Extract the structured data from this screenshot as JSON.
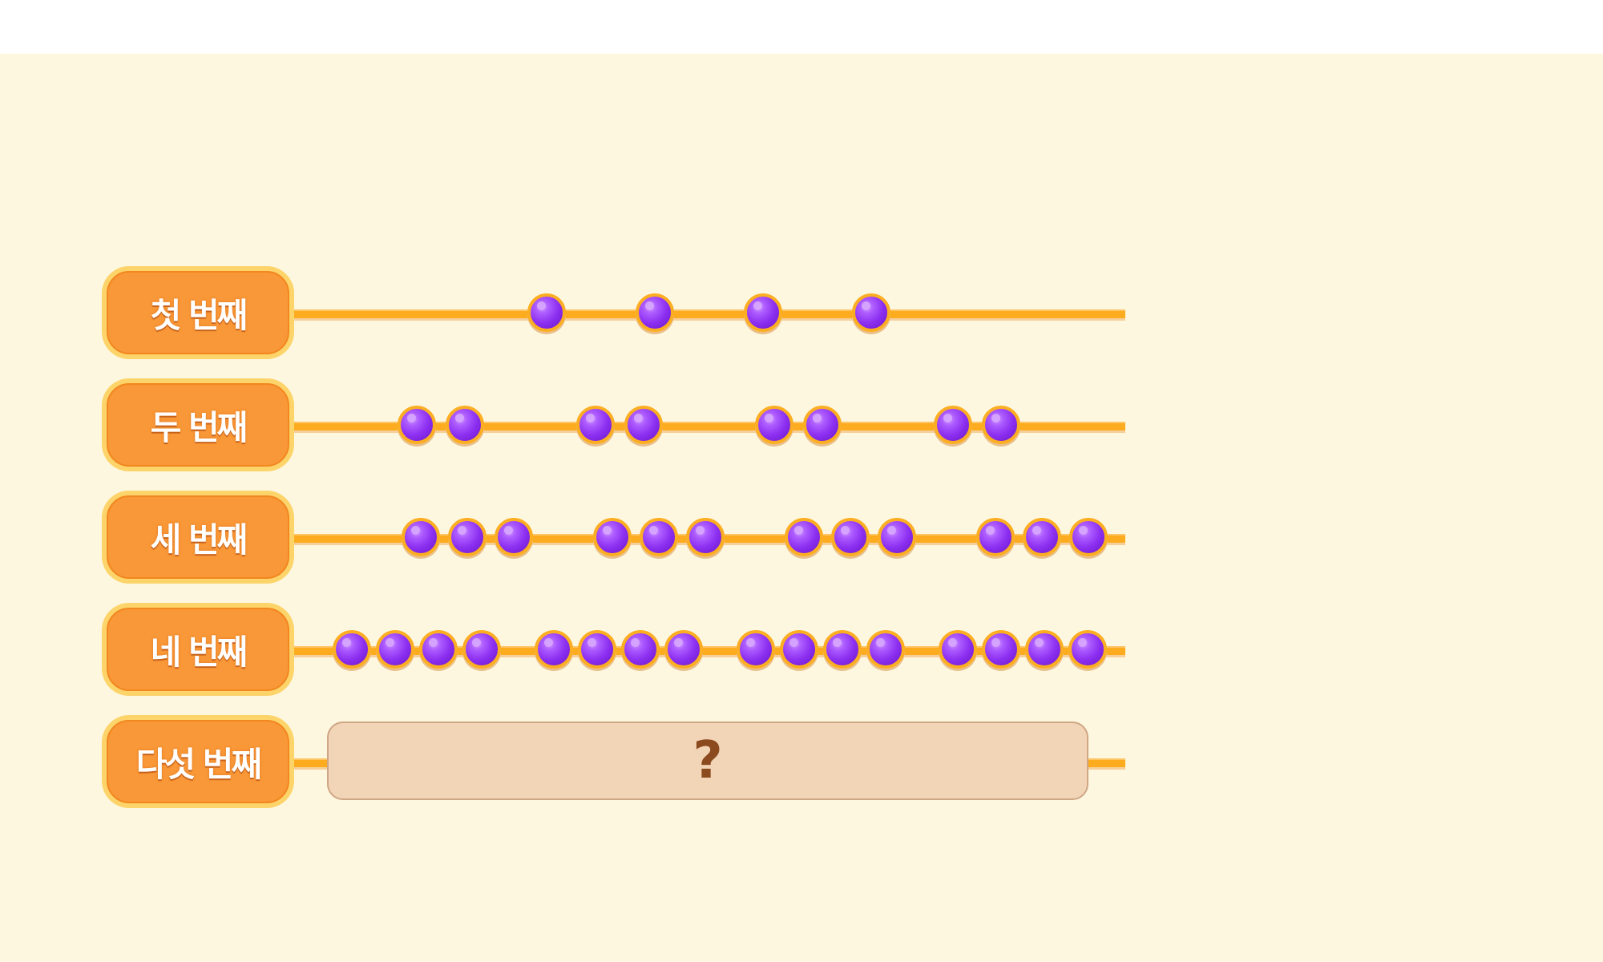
{
  "rows": [
    {
      "label": "첫 번째",
      "bead_groups": [
        1,
        1,
        1,
        1
      ]
    },
    {
      "label": "두 번째",
      "bead_groups": [
        2,
        2,
        2,
        2
      ]
    },
    {
      "label": "세 번째",
      "bead_groups": [
        3,
        3,
        3,
        3
      ]
    },
    {
      "label": "네 번째",
      "bead_groups": [
        4,
        4,
        4,
        4
      ]
    },
    {
      "label": "다섯 번째",
      "hidden": true,
      "mystery_text": "?"
    }
  ],
  "colors": {
    "background": "#fef7df",
    "label_fill": "#f99838",
    "label_border": "#fcd46a",
    "rail": "#fcac1e",
    "bead": "#8c2ff0",
    "bead_ring": "#fcae22",
    "mystery_box": "#f2d5b6",
    "mystery_mark": "#8c4a1f"
  },
  "icons": {
    "bead": "purple-bead-icon",
    "mystery": "question-mark-icon"
  }
}
